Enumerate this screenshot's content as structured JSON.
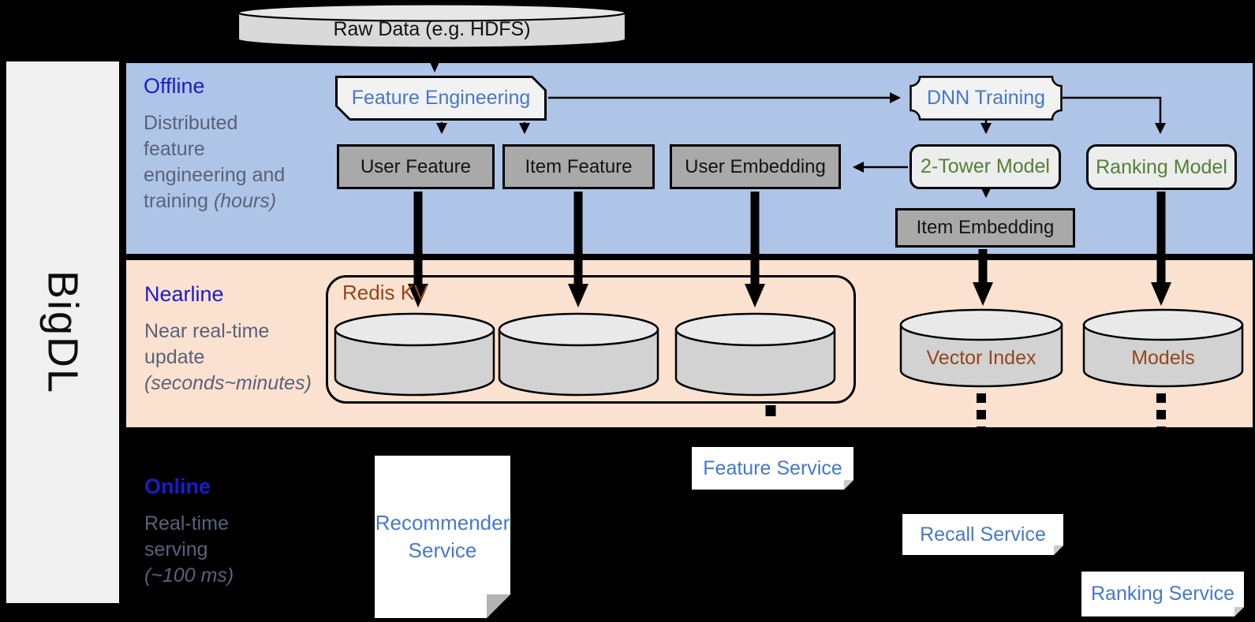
{
  "brand": {
    "label": "BigDL"
  },
  "source": {
    "raw_data_label": "Raw Data (e.g. HDFS)"
  },
  "bands": {
    "offline": {
      "title": "Offline",
      "desc": "Distributed feature engineering and training",
      "note": "(hours)"
    },
    "nearline": {
      "title": "Nearline",
      "desc": "Near real-time update",
      "note": "(seconds~minutes)"
    },
    "online": {
      "title": "Online",
      "desc": "Real-time serving",
      "note": "(~100 ms)"
    }
  },
  "components": {
    "feature_engineering": "Feature Engineering",
    "dnn_training": "DNN Training",
    "user_feature": "User Feature",
    "item_feature": "Item Feature",
    "user_embedding": "User Embedding",
    "two_tower_model": "2-Tower Model",
    "ranking_model": "Ranking Model",
    "item_embedding": "Item Embedding",
    "redis_kv": "Redis KV",
    "vector_index": "Vector Index",
    "models": "Models",
    "recommender_service": "Recommender Service",
    "feature_service": "Feature Service",
    "recall_service": "Recall Service",
    "ranking_service": "Ranking Service"
  },
  "colors": {
    "background": "#000000",
    "offline_band": "#afc5e8",
    "nearline_band": "#fbe2d0",
    "band_title_blue": "#1b1ccb",
    "desc_gray": "#59627a",
    "component_blue": "#4678cc",
    "model_green": "#538135",
    "storage_brown": "#96451a",
    "gray_box": "#a9a9a9",
    "light_shape": "#f2f2f2",
    "sidebar_gray": "#f0f0f0"
  }
}
